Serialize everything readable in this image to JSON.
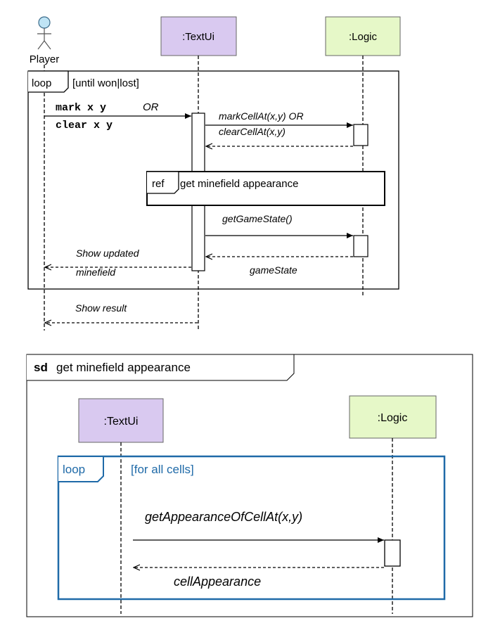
{
  "diagram1": {
    "actor_label": "Player",
    "textui_label": ":TextUi",
    "logic_label": ":Logic",
    "loop_tag": "loop",
    "loop_guard": "[until won|lost]",
    "cmd_mark": "mark x y",
    "cmd_or": "OR",
    "cmd_clear": "clear x y",
    "msg_mark_call": "markCellAt(x,y) OR",
    "msg_clear_call": "clearCellAt(x,y)",
    "ref_tag": "ref",
    "ref_label": "get minefield appearance",
    "msg_get_state": "getGameState()",
    "msg_show_updated_1": "Show updated",
    "msg_show_updated_2": "minefield",
    "msg_game_state": "gameState",
    "msg_show_result": "Show result"
  },
  "diagram2": {
    "sd_tag": "sd",
    "sd_title": "get minefield appearance",
    "textui_label": ":TextUi",
    "logic_label": ":Logic",
    "loop_tag": "loop",
    "loop_guard": "[for all cells]",
    "msg_call": "getAppearanceOfCellAt(x,y)",
    "msg_return": "cellAppearance"
  },
  "colors": {
    "textui_fill": "#d9c9f0",
    "logic_fill": "#e6f8c8",
    "loop_blue": "#1f6aa8",
    "actor_head": "#bfe4f5"
  }
}
